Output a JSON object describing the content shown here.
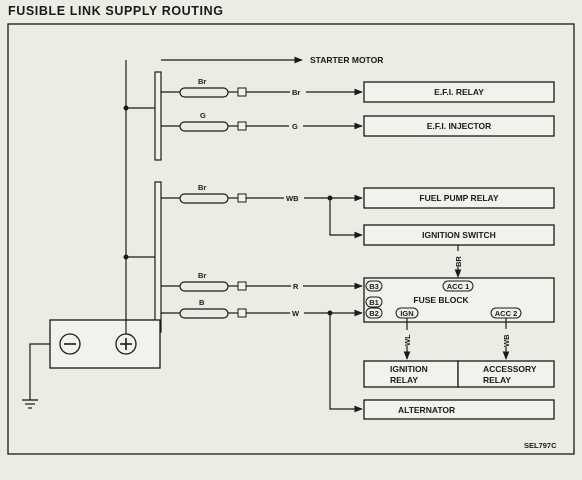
{
  "title": "FUSIBLE LINK SUPPLY ROUTING",
  "reference_code": "SEL797C",
  "components": {
    "starter_motor": "STARTER MOTOR",
    "efi_relay": "E.F.I. RELAY",
    "efi_injector": "E.F.I. INJECTOR",
    "fuel_pump_relay": "FUEL PUMP RELAY",
    "ignition_switch": "IGNITION SWITCH",
    "fuse_block": "FUSE BLOCK",
    "ignition_relay_line1": "IGNITION",
    "ignition_relay_line2": "RELAY",
    "accessory_relay_line1": "ACCESSORY",
    "accessory_relay_line2": "RELAY",
    "alternator": "ALTERNATOR"
  },
  "wire_colors": {
    "link1_link": "Br",
    "link1_wire": "Br",
    "link2_link": "G",
    "link2_wire": "G",
    "link3_link": "Br",
    "link3_wire": "WB",
    "ign_switch_wire": "BR",
    "link4_link": "Br",
    "link4_wire": "R",
    "link5_link": "B",
    "link5_wire": "W",
    "ign_relay_wire": "WL",
    "acc_relay_wire": "WB"
  },
  "terminals": {
    "b3": "B3",
    "b1": "B1",
    "b2": "B2",
    "acc1": "ACC 1",
    "ign": "IGN",
    "acc2": "ACC 2"
  },
  "battery": {
    "negative": "−",
    "positive": "+"
  }
}
